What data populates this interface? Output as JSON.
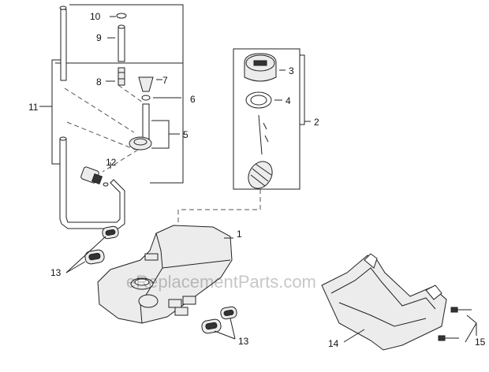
{
  "watermark": "eReplacementParts.com",
  "callouts": {
    "c1": "1",
    "c2": "2",
    "c3": "3",
    "c4": "4",
    "c5": "5",
    "c6": "6",
    "c7": "7",
    "c8": "8",
    "c9": "9",
    "c10": "10",
    "c11": "11",
    "c12": "12",
    "c13a": "13",
    "c13b": "13",
    "c14": "14",
    "c15": "15"
  }
}
